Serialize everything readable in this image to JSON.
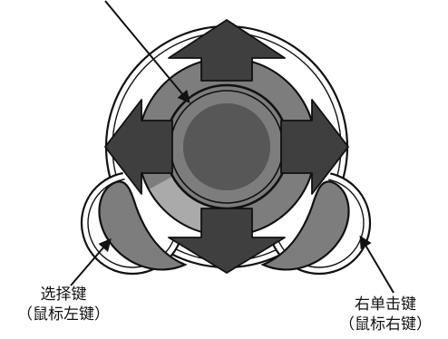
{
  "labels": {
    "left_line1": "选择键",
    "left_line2": "（鼠标左键）",
    "right_line1": "右单击键",
    "right_line2": "（鼠标右键）"
  },
  "icons": {
    "up": "arrow-up-icon",
    "down": "arrow-down-icon",
    "left": "arrow-left-icon",
    "right": "arrow-right-icon"
  },
  "colors": {
    "outline": "#111111",
    "dark_fill": "#3f3f3f",
    "medium_gray": "#7d7d7d",
    "light_gray": "#aaaaaa",
    "center_button": "#575757",
    "background": "#ffffff"
  }
}
